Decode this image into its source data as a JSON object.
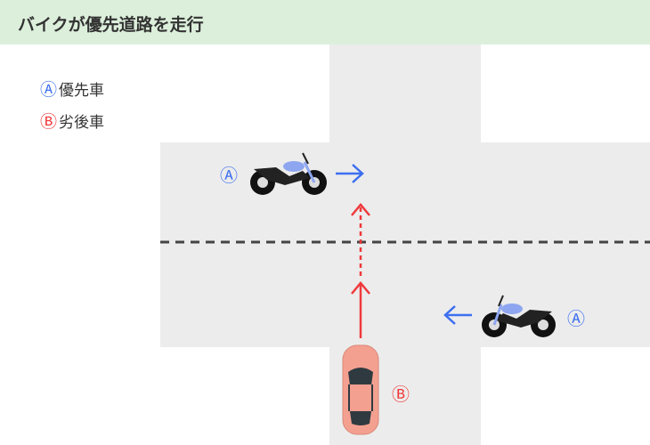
{
  "header": {
    "title": "バイクが優先道路を走行"
  },
  "legend": [
    {
      "mark": "Ⓐ",
      "label": "優先車",
      "color": "#3d6ff0"
    },
    {
      "mark": "Ⓑ",
      "label": "劣後車",
      "color": "#f0393c"
    }
  ],
  "vehicles": {
    "bike_top": {
      "mark": "Ⓐ"
    },
    "bike_right": {
      "mark": "Ⓐ"
    },
    "car": {
      "mark": "Ⓑ"
    }
  },
  "colors": {
    "road": "#ececec",
    "priority": "#3d6ff0",
    "yield": "#f0393c",
    "car": "#f4a090"
  }
}
